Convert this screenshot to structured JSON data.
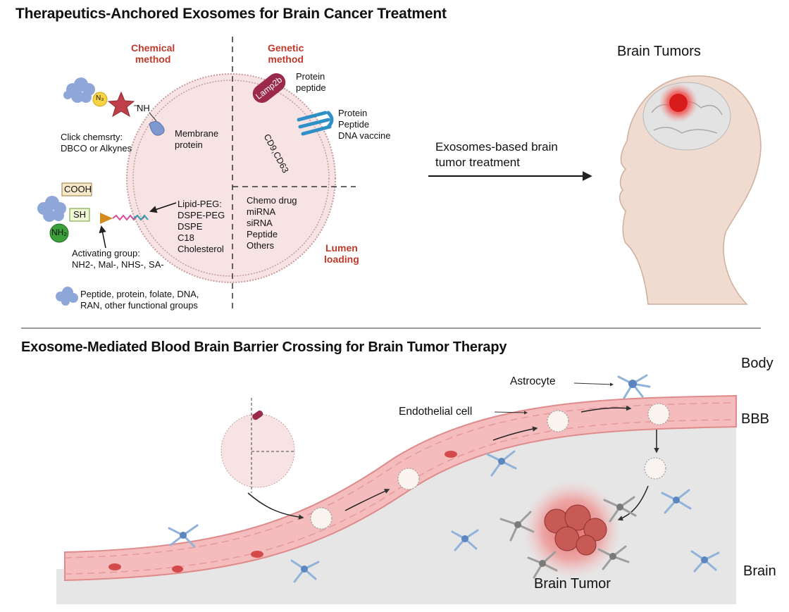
{
  "top": {
    "title": "Therapeutics-Anchored Exosomes for Brain Cancer Treatment",
    "chemical_method": [
      "Chemical",
      "method"
    ],
    "genetic_method": [
      "Genetic",
      "method"
    ],
    "lumen_loading": [
      "Lumen",
      "loading"
    ],
    "n3": "N₃",
    "nh": "NH",
    "click_chemistry": [
      "Click chemsrty:",
      "DBCO or Alkynes"
    ],
    "membrane_protein": [
      "Membrane",
      "protein"
    ],
    "lamp2b": "Lamp2b",
    "lamp2b_cargo": [
      "Protein",
      "peptide"
    ],
    "cd_label": "CD9,CD63",
    "cd_cargo": [
      "Protein",
      "Peptide",
      "DNA vaccine"
    ],
    "cooh": "COOH",
    "sh": "SH",
    "nh2": "NH₂",
    "lipid_peg": [
      "Lipid-PEG:",
      "DSPE-PEG",
      "DSPE",
      "C18",
      "Cholesterol"
    ],
    "lumen_cargo": [
      "Chemo drug",
      "miRNA",
      "siRNA",
      "Peptide",
      "Others"
    ],
    "activating_group": [
      "Activating group:",
      "NH2-, Mal-, NHS-, SA-"
    ],
    "legend_text": [
      "Peptide, protein, folate, DNA,",
      "RAN, other functional groups"
    ],
    "arrow_label": [
      "Exosomes-based brain",
      "tumor treatment"
    ],
    "brain_tumors": "Brain Tumors"
  },
  "bottom": {
    "title": "Exosome-Mediated Blood Brain Barrier Crossing for Brain Tumor Therapy",
    "astrocyte": "Astrocyte",
    "endothelial_cell": "Endothelial cell",
    "body": "Body",
    "bbb": "BBB",
    "brain": "Brain",
    "brain_tumor": "Brain Tumor"
  },
  "colors": {
    "accent_red": "#c0392b",
    "vessel": "#f3b4b4",
    "vessel_wall": "#e58f8f",
    "brain_bg": "#e6e6e6",
    "astrocyte_blue": "#8fb3d9",
    "protein_blue": "#8ea6d8"
  }
}
